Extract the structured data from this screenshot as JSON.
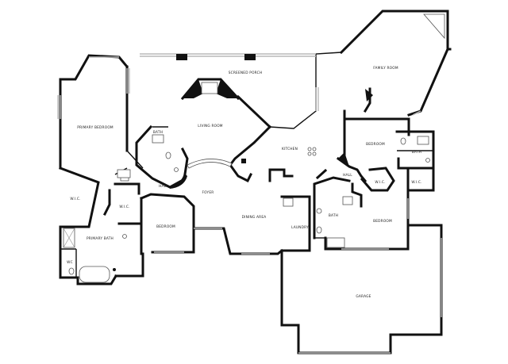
{
  "rooms": {
    "screened_porch": "SCREENED PORCH",
    "family_room": "FAMILY ROOM",
    "primary_bedroom": "PRIMARY BEDROOM",
    "living_room": "LIVING ROOM",
    "bath_1": "BATH",
    "kitchen": "KITCHEN",
    "bedroom_1": "BEDROOM",
    "bath_2": "BATH",
    "hall_1": "HALL",
    "wic_1": "W.I.C.",
    "wic_2": "W.I.C.",
    "hall_2": "HALL",
    "foyer": "FOYER",
    "wic_3": "W.I.C.",
    "wic_4": "W.I.C.",
    "bath_3": "BATH",
    "bedroom_2": "BEDROOM",
    "dining_area": "DINING AREA",
    "bedroom_3": "BEDROOM",
    "laundry": "LAUNDRY",
    "primary_bath": "PRIMARY BATH",
    "wc": "WC",
    "garage": "GARAGE"
  }
}
